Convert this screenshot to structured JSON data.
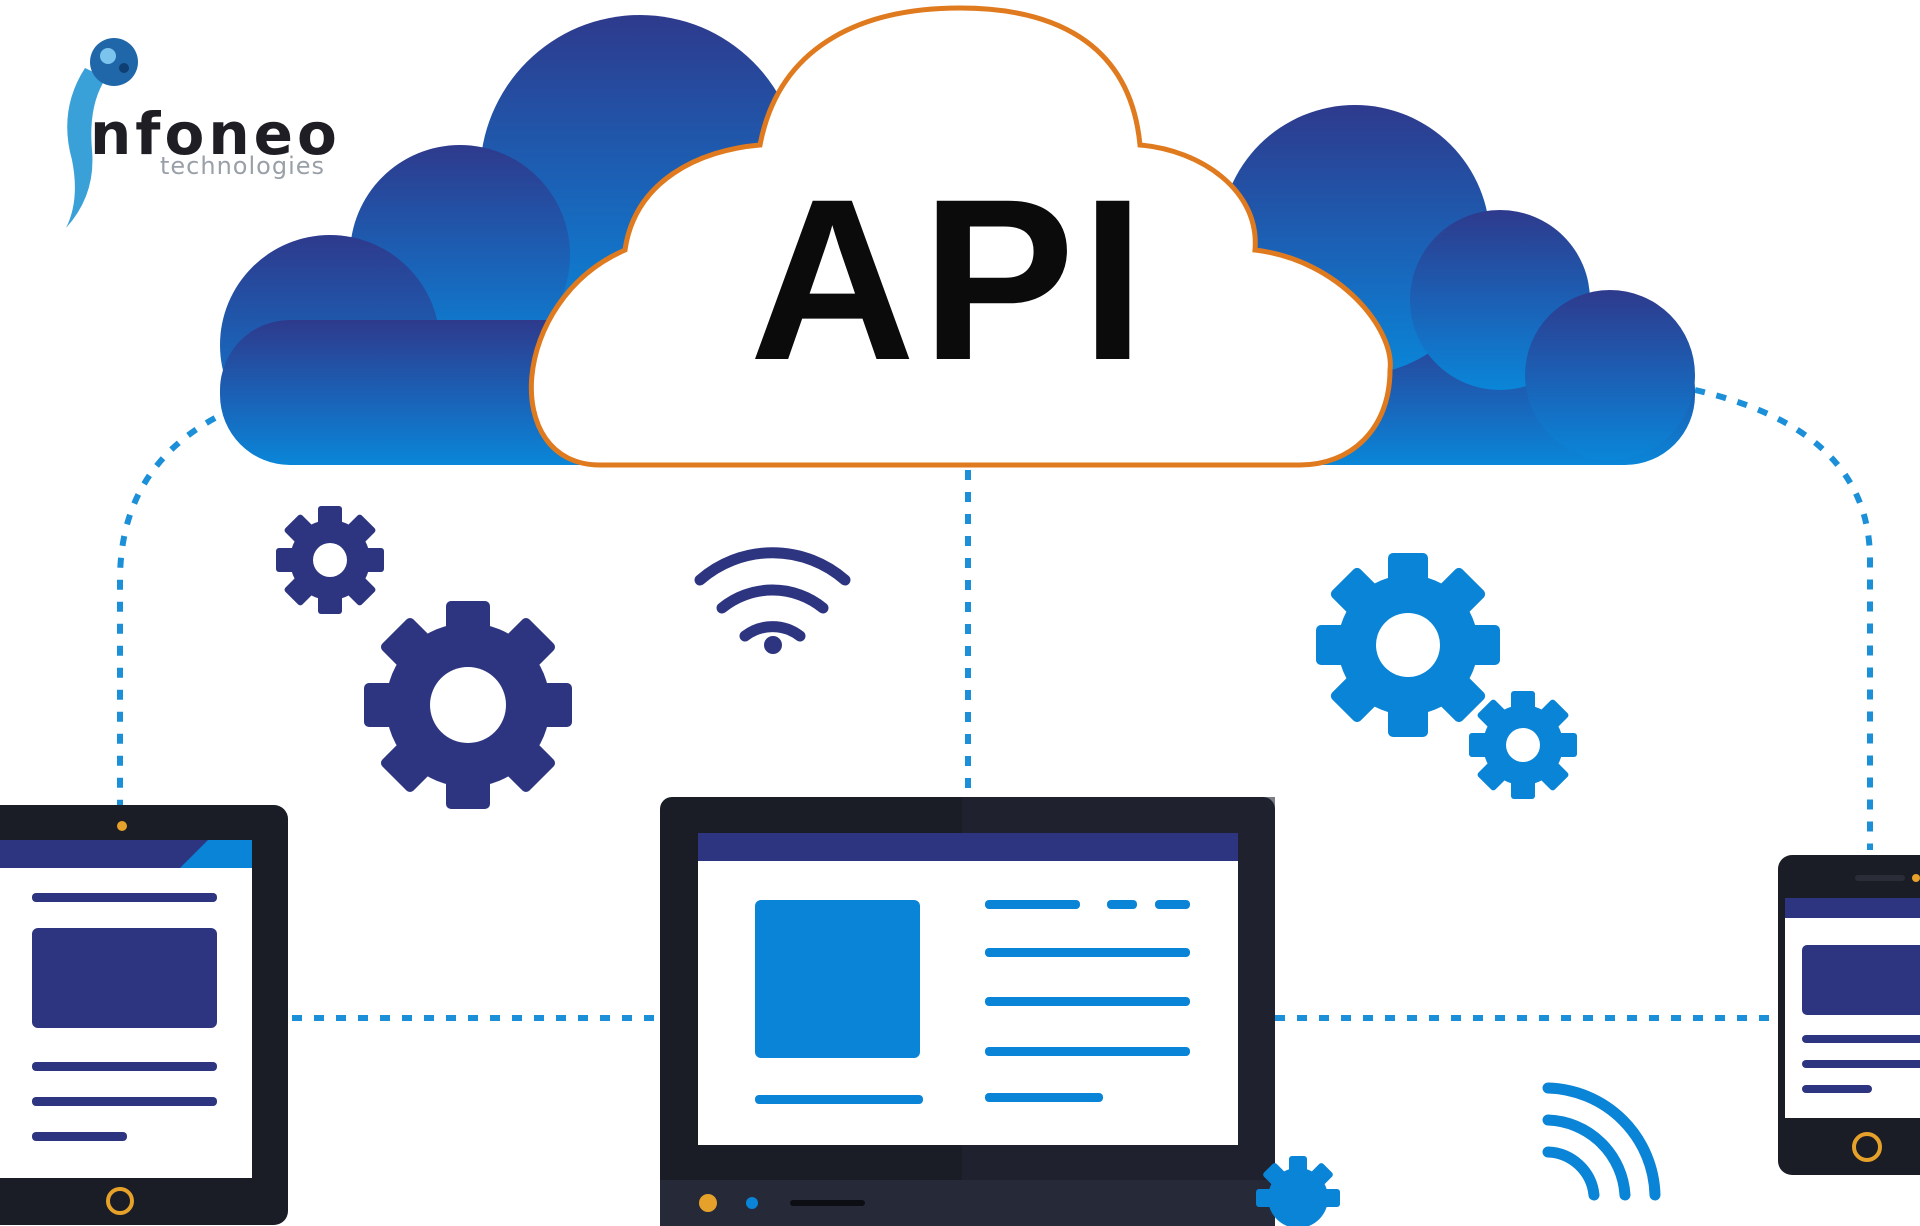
{
  "logo": {
    "name": "nfoneo",
    "tagline": "technologies",
    "icon": "globe-person-icon"
  },
  "cloud": {
    "label": "API",
    "outline_color": "#e07a1f"
  },
  "colors": {
    "navy": "#2e3580",
    "blue": "#0a84d6",
    "dark_device": "#1a1c26",
    "dotted_line": "#1b8fd8"
  },
  "icons": [
    "gear-icon",
    "wifi-icon",
    "signal-waves-icon"
  ],
  "devices": [
    "tablet",
    "laptop",
    "phone"
  ]
}
